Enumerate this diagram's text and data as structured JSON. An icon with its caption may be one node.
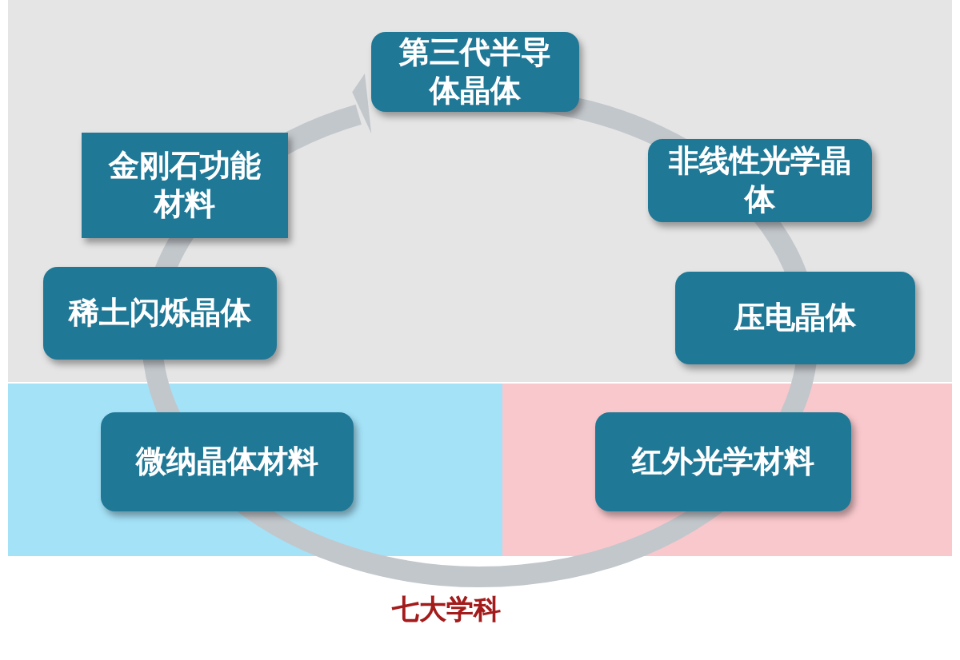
{
  "diagram": {
    "nodes": [
      {
        "text": [
          "第三代半导体晶体"
        ]
      },
      {
        "text": [
          "非线性光学晶体"
        ]
      },
      {
        "text": [
          "压电晶体"
        ]
      },
      {
        "text": [
          "红外光学材料"
        ]
      },
      {
        "text": [
          "微纳晶体材料"
        ]
      },
      {
        "text": [
          "稀土闪烁晶体"
        ]
      },
      {
        "text": [
          "金刚石功能材料"
        ]
      }
    ],
    "labels": [
      "七大学科"
    ]
  }
}
